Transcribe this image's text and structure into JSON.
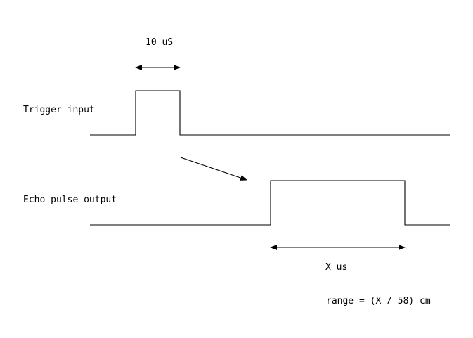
{
  "diagram": {
    "trigger_label": "Trigger input",
    "echo_label": "Echo pulse output",
    "trigger_width_label": "10 uS",
    "echo_width_label": "X us",
    "range_formula": "range = (X / 58) cm",
    "line_color": "#000000",
    "background_color": "#ffffff"
  }
}
